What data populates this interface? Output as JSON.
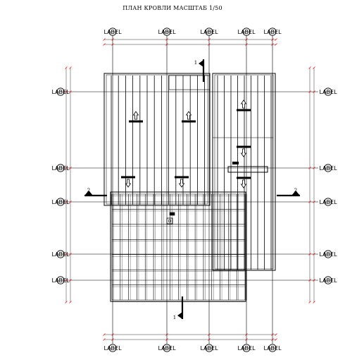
{
  "title": "ПЛАН КРОВЛИ  МАСШТАБ 1/50",
  "axis_label": "LABEL",
  "section_1": "1",
  "section_2": "2",
  "colors": {
    "line": "#000000",
    "dim_tick": "#ff0000",
    "background": "#ffffff"
  }
}
